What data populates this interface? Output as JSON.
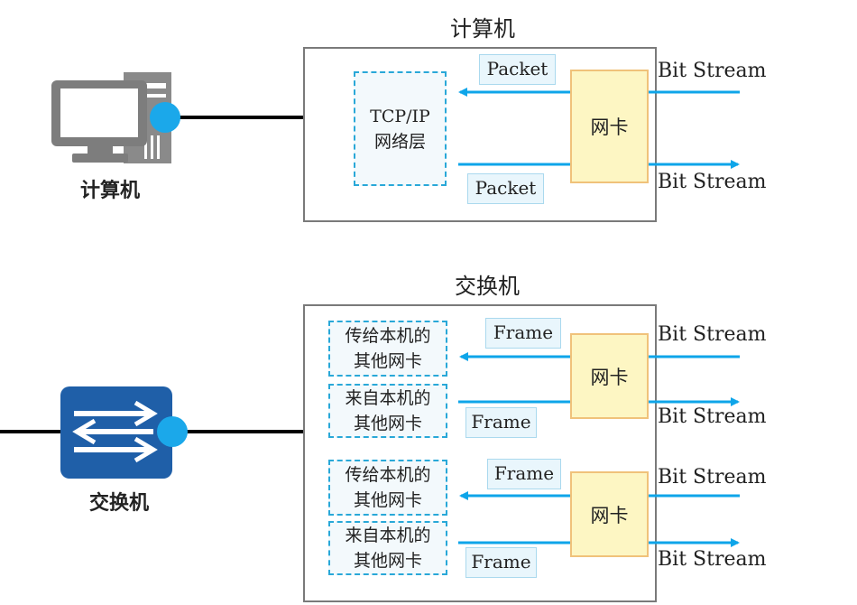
{
  "computer": {
    "section_title": "计算机",
    "icon_label": "计算机",
    "layer_line1": "TCP/IP",
    "layer_line2": "网络层",
    "nic_label": "网卡",
    "packet_top": "Packet",
    "packet_bottom": "Packet",
    "bit_top": "Bit Stream",
    "bit_bottom": "Bit Stream"
  },
  "switch": {
    "section_title": "交换机",
    "icon_label": "交换机",
    "groups": [
      {
        "nic_label": "网卡",
        "to_local_line1": "传给本机的",
        "to_local_line2": "其他网卡",
        "from_local_line1": "来自本机的",
        "from_local_line2": "其他网卡",
        "frame_top": "Frame",
        "frame_bottom": "Frame",
        "bit_top": "Bit Stream",
        "bit_bottom": "Bit Stream"
      },
      {
        "nic_label": "网卡",
        "to_local_line1": "传给本机的",
        "to_local_line2": "其他网卡",
        "from_local_line1": "来自本机的",
        "from_local_line2": "其他网卡",
        "frame_top": "Frame",
        "frame_bottom": "Frame",
        "bit_top": "Bit Stream",
        "bit_bottom": "Bit Stream"
      }
    ]
  },
  "colors": {
    "arrow": "#0ea5e9",
    "port": "#1ba8ea",
    "nic_fill": "#fdf6c3",
    "nic_border": "#f0c27a",
    "dashed_border": "#29a8d8",
    "switch_icon": "#1f5fa8",
    "computer_icon": "#7d7d7d"
  }
}
